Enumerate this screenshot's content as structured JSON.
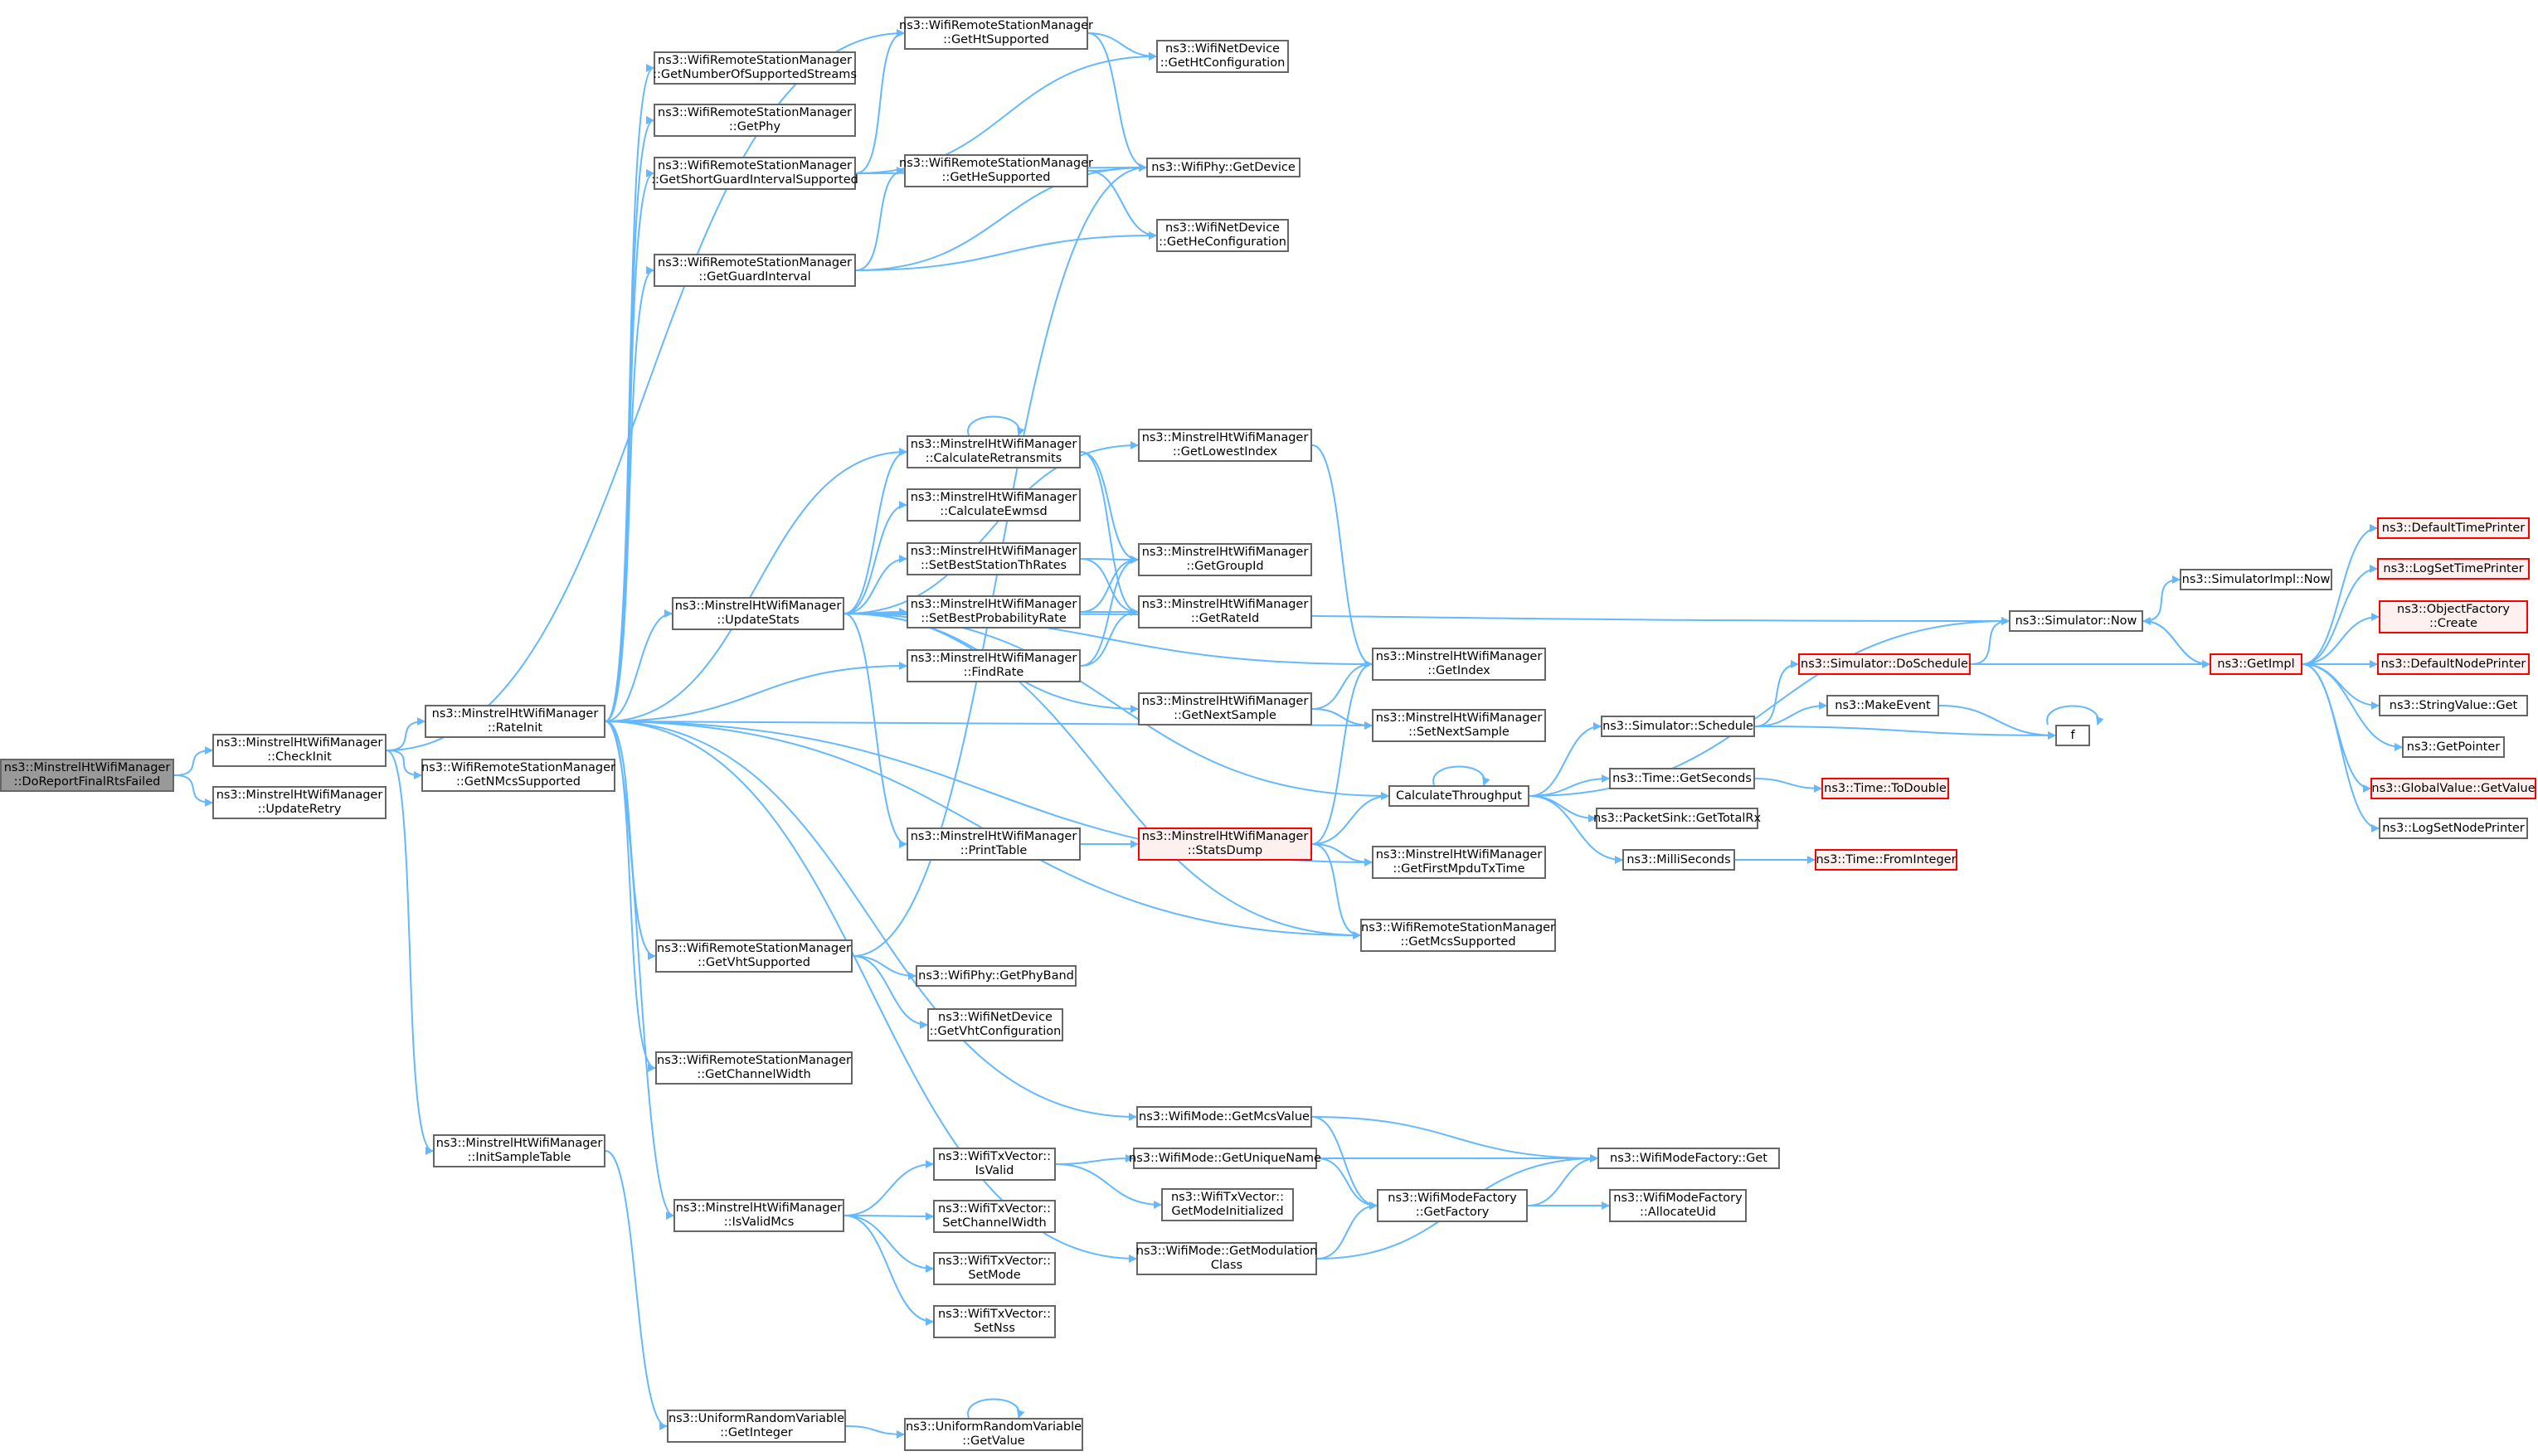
{
  "colors": {
    "edge": "#63b8ff",
    "node_border": "#666666",
    "start_fill": "#999999",
    "truncated_border": "#ff0000",
    "truncated_fill": "#fff0f0"
  },
  "nodes": {
    "doreport": {
      "lines": [
        "ns3::MinstrelHtWifiManager",
        "::DoReportFinalRtsFailed"
      ],
      "kind": "start"
    },
    "checkinit": {
      "lines": [
        "ns3::MinstrelHtWifiManager",
        "::CheckInit"
      ]
    },
    "updateretry": {
      "lines": [
        "ns3::MinstrelHtWifiManager",
        "::UpdateRetry"
      ]
    },
    "rateinit": {
      "lines": [
        "ns3::MinstrelHtWifiManager",
        "::RateInit"
      ]
    },
    "getnmcs": {
      "lines": [
        "ns3::WifiRemoteStationManager",
        "::GetNMcsSupported"
      ]
    },
    "initsample": {
      "lines": [
        "ns3::MinstrelHtWifiManager",
        "::InitSampleTable"
      ]
    },
    "getnumstreams": {
      "lines": [
        "ns3::WifiRemoteStationManager",
        "::GetNumberOfSupportedStreams"
      ]
    },
    "getphy": {
      "lines": [
        "ns3::WifiRemoteStationManager",
        "::GetPhy"
      ]
    },
    "getsgi": {
      "lines": [
        "ns3::WifiRemoteStationManager",
        "::GetShortGuardIntervalSupported"
      ]
    },
    "getguard": {
      "lines": [
        "ns3::WifiRemoteStationManager",
        "::GetGuardInterval"
      ]
    },
    "gethtsup": {
      "lines": [
        "ns3::WifiRemoteStationManager",
        "::GetHtSupported"
      ]
    },
    "gethesup": {
      "lines": [
        "ns3::WifiRemoteStationManager",
        "::GetHeSupported"
      ]
    },
    "gethtconf": {
      "lines": [
        "ns3::WifiNetDevice",
        "::GetHtConfiguration"
      ]
    },
    "wifiphydev": {
      "lines": [
        "ns3::WifiPhy::GetDevice"
      ]
    },
    "getheconf": {
      "lines": [
        "ns3::WifiNetDevice",
        "::GetHeConfiguration"
      ]
    },
    "updatestats": {
      "lines": [
        "ns3::MinstrelHtWifiManager",
        "::UpdateStats"
      ]
    },
    "calcretrans": {
      "lines": [
        "ns3::MinstrelHtWifiManager",
        "::CalculateRetransmits"
      ]
    },
    "calcewmsd": {
      "lines": [
        "ns3::MinstrelHtWifiManager",
        "::CalculateEwmsd"
      ]
    },
    "setbestth": {
      "lines": [
        "ns3::MinstrelHtWifiManager",
        "::SetBestStationThRates"
      ]
    },
    "setbestprob": {
      "lines": [
        "ns3::MinstrelHtWifiManager",
        "::SetBestProbabilityRate"
      ]
    },
    "findrate": {
      "lines": [
        "ns3::MinstrelHtWifiManager",
        "::FindRate"
      ]
    },
    "printtable": {
      "lines": [
        "ns3::MinstrelHtWifiManager",
        "::PrintTable"
      ]
    },
    "getlowest": {
      "lines": [
        "ns3::MinstrelHtWifiManager",
        "::GetLowestIndex"
      ]
    },
    "getgroupid": {
      "lines": [
        "ns3::MinstrelHtWifiManager",
        "::GetGroupId"
      ]
    },
    "getrateid": {
      "lines": [
        "ns3::MinstrelHtWifiManager",
        "::GetRateId"
      ]
    },
    "getnextsample": {
      "lines": [
        "ns3::MinstrelHtWifiManager",
        "::GetNextSample"
      ]
    },
    "statsdump": {
      "lines": [
        "ns3::MinstrelHtWifiManager",
        "::StatsDump"
      ],
      "kind": "truncated"
    },
    "getindex": {
      "lines": [
        "ns3::MinstrelHtWifiManager",
        "::GetIndex"
      ]
    },
    "setnextsample": {
      "lines": [
        "ns3::MinstrelHtWifiManager",
        "::SetNextSample"
      ]
    },
    "getfirstmpdu": {
      "lines": [
        "ns3::MinstrelHtWifiManager",
        "::GetFirstMpduTxTime"
      ]
    },
    "getmcssup": {
      "lines": [
        "ns3::WifiRemoteStationManager",
        "::GetMcsSupported"
      ]
    },
    "calcthroughput": {
      "lines": [
        "CalculateThroughput"
      ]
    },
    "getvhtsup": {
      "lines": [
        "ns3::WifiRemoteStationManager",
        "::GetVhtSupported"
      ]
    },
    "getphyband": {
      "lines": [
        "ns3::WifiPhy::GetPhyBand"
      ]
    },
    "getvhtconf": {
      "lines": [
        "ns3::WifiNetDevice",
        "::GetVhtConfiguration"
      ]
    },
    "getchanwidth": {
      "lines": [
        "ns3::WifiRemoteStationManager",
        "::GetChannelWidth"
      ]
    },
    "ismcsvalid": {
      "lines": [
        "ns3::MinstrelHtWifiManager",
        "::IsValidMcs"
      ]
    },
    "txvisvalid": {
      "lines": [
        "ns3::WifiTxVector::",
        "IsValid"
      ]
    },
    "txvsetchan": {
      "lines": [
        "ns3::WifiTxVector::",
        "SetChannelWidth"
      ]
    },
    "txvsetmode": {
      "lines": [
        "ns3::WifiTxVector::",
        "SetMode"
      ]
    },
    "txvsetnss": {
      "lines": [
        "ns3::WifiTxVector::",
        "SetNss"
      ]
    },
    "getmcsvalue": {
      "lines": [
        "ns3::WifiMode::GetMcsValue"
      ]
    },
    "getuniquename": {
      "lines": [
        "ns3::WifiMode::GetUniqueName"
      ]
    },
    "getmodinit": {
      "lines": [
        "ns3::WifiTxVector::",
        "GetModeInitialized"
      ]
    },
    "getmodclass": {
      "lines": [
        "ns3::WifiMode::GetModulation",
        "Class"
      ]
    },
    "getfactory": {
      "lines": [
        "ns3::WifiModeFactory",
        "::GetFactory"
      ]
    },
    "factoryget": {
      "lines": [
        "ns3::WifiModeFactory::Get"
      ]
    },
    "allocuid": {
      "lines": [
        "ns3::WifiModeFactory",
        "::AllocateUid"
      ]
    },
    "urvgetint": {
      "lines": [
        "ns3::UniformRandomVariable",
        "::GetInteger"
      ]
    },
    "urvgetval": {
      "lines": [
        "ns3::UniformRandomVariable",
        "::GetValue"
      ]
    },
    "simschedule": {
      "lines": [
        "ns3::Simulator::Schedule"
      ]
    },
    "simdoschedule": {
      "lines": [
        "ns3::Simulator::DoSchedule"
      ],
      "kind": "truncated"
    },
    "makeevent": {
      "lines": [
        "ns3::MakeEvent"
      ]
    },
    "timegetsec": {
      "lines": [
        "ns3::Time::GetSeconds"
      ]
    },
    "timetodouble": {
      "lines": [
        "ns3::Time::ToDouble"
      ],
      "kind": "truncated"
    },
    "packetsink": {
      "lines": [
        "ns3::PacketSink::GetTotalRx"
      ]
    },
    "millisec": {
      "lines": [
        "ns3::MilliSeconds"
      ]
    },
    "timefromint": {
      "lines": [
        "ns3::Time::FromInteger"
      ],
      "kind": "truncated"
    },
    "simnow": {
      "lines": [
        "ns3::Simulator::Now"
      ]
    },
    "simimplnow": {
      "lines": [
        "ns3::SimulatorImpl::Now"
      ]
    },
    "getimpl": {
      "lines": [
        "ns3::GetImpl"
      ],
      "kind": "truncated"
    },
    "f": {
      "lines": [
        "f"
      ]
    },
    "deftimeprinter": {
      "lines": [
        "ns3::DefaultTimePrinter"
      ],
      "kind": "truncated"
    },
    "logsettimeprinter": {
      "lines": [
        "ns3::LogSetTimePrinter"
      ],
      "kind": "truncated"
    },
    "objfactorycreate": {
      "lines": [
        "ns3::ObjectFactory",
        "::Create"
      ],
      "kind": "truncated"
    },
    "defnodeprinter": {
      "lines": [
        "ns3::DefaultNodePrinter"
      ],
      "kind": "truncated"
    },
    "stringvalueget": {
      "lines": [
        "ns3::StringValue::Get"
      ]
    },
    "getpointer": {
      "lines": [
        "ns3::GetPointer"
      ]
    },
    "globalvalueget": {
      "lines": [
        "ns3::GlobalValue::GetValue"
      ],
      "kind": "truncated"
    },
    "logsetnodeprinter": {
      "lines": [
        "ns3::LogSetNodePrinter"
      ]
    }
  },
  "edges": [
    [
      "doreport",
      "checkinit"
    ],
    [
      "doreport",
      "updateretry"
    ],
    [
      "checkinit",
      "rateinit"
    ],
    [
      "checkinit",
      "getnmcs"
    ],
    [
      "checkinit",
      "initsample"
    ],
    [
      "checkinit",
      "gethtsup"
    ],
    [
      "rateinit",
      "getnumstreams"
    ],
    [
      "rateinit",
      "getphy"
    ],
    [
      "rateinit",
      "getsgi"
    ],
    [
      "rateinit",
      "getguard"
    ],
    [
      "rateinit",
      "updatestats"
    ],
    [
      "rateinit",
      "calcretrans"
    ],
    [
      "rateinit",
      "findrate"
    ],
    [
      "rateinit",
      "setnextsample"
    ],
    [
      "rateinit",
      "getfirstmpdu"
    ],
    [
      "rateinit",
      "getmcssup"
    ],
    [
      "rateinit",
      "getvhtsup"
    ],
    [
      "rateinit",
      "getchanwidth"
    ],
    [
      "rateinit",
      "ismcsvalid"
    ],
    [
      "rateinit",
      "getmcsvalue"
    ],
    [
      "rateinit",
      "getmodclass"
    ],
    [
      "getsgi",
      "gethtsup"
    ],
    [
      "getsgi",
      "gethtconf"
    ],
    [
      "getsgi",
      "wifiphydev"
    ],
    [
      "getguard",
      "gethesup"
    ],
    [
      "getguard",
      "wifiphydev"
    ],
    [
      "getguard",
      "getheconf"
    ],
    [
      "gethtsup",
      "gethtconf"
    ],
    [
      "gethtsup",
      "wifiphydev"
    ],
    [
      "gethesup",
      "wifiphydev"
    ],
    [
      "gethesup",
      "getheconf"
    ],
    [
      "updatestats",
      "simnow"
    ],
    [
      "updatestats",
      "getlowest"
    ],
    [
      "updatestats",
      "calcretrans"
    ],
    [
      "updatestats",
      "calcewmsd"
    ],
    [
      "updatestats",
      "setbestth"
    ],
    [
      "updatestats",
      "setbestprob"
    ],
    [
      "updatestats",
      "getindex"
    ],
    [
      "updatestats",
      "getnextsample"
    ],
    [
      "updatestats",
      "calcthroughput"
    ],
    [
      "updatestats",
      "printtable"
    ],
    [
      "updatestats",
      "getmcssup"
    ],
    [
      "calcretrans",
      "calcretrans"
    ],
    [
      "calcretrans",
      "getgroupid"
    ],
    [
      "calcretrans",
      "getrateid"
    ],
    [
      "setbestth",
      "getgroupid"
    ],
    [
      "setbestth",
      "getrateid"
    ],
    [
      "setbestprob",
      "getgroupid"
    ],
    [
      "setbestprob",
      "getrateid"
    ],
    [
      "findrate",
      "getgroupid"
    ],
    [
      "findrate",
      "getrateid"
    ],
    [
      "getlowest",
      "getindex"
    ],
    [
      "getnextsample",
      "getindex"
    ],
    [
      "getnextsample",
      "setnextsample"
    ],
    [
      "printtable",
      "statsdump"
    ],
    [
      "statsdump",
      "getindex"
    ],
    [
      "statsdump",
      "calcthroughput"
    ],
    [
      "statsdump",
      "getfirstmpdu"
    ],
    [
      "statsdump",
      "getmcssup"
    ],
    [
      "calcthroughput",
      "calcthroughput"
    ],
    [
      "calcthroughput",
      "simnow"
    ],
    [
      "calcthroughput",
      "simschedule"
    ],
    [
      "calcthroughput",
      "timegetsec"
    ],
    [
      "calcthroughput",
      "packetsink"
    ],
    [
      "calcthroughput",
      "millisec"
    ],
    [
      "getvhtsup",
      "wifiphydev"
    ],
    [
      "getvhtsup",
      "getphyband"
    ],
    [
      "getvhtsup",
      "getvhtconf"
    ],
    [
      "ismcsvalid",
      "txvisvalid"
    ],
    [
      "ismcsvalid",
      "txvsetchan"
    ],
    [
      "ismcsvalid",
      "txvsetmode"
    ],
    [
      "ismcsvalid",
      "txvsetnss"
    ],
    [
      "txvisvalid",
      "getuniquename"
    ],
    [
      "txvisvalid",
      "getmodinit"
    ],
    [
      "getmcsvalue",
      "getfactory"
    ],
    [
      "getmcsvalue",
      "factoryget"
    ],
    [
      "getuniquename",
      "getfactory"
    ],
    [
      "getuniquename",
      "factoryget"
    ],
    [
      "getmodclass",
      "getfactory"
    ],
    [
      "getmodclass",
      "factoryget"
    ],
    [
      "getfactory",
      "factoryget"
    ],
    [
      "getfactory",
      "allocuid"
    ],
    [
      "initsample",
      "urvgetint"
    ],
    [
      "urvgetint",
      "urvgetval"
    ],
    [
      "urvgetval",
      "urvgetval"
    ],
    [
      "simschedule",
      "simdoschedule"
    ],
    [
      "simschedule",
      "makeevent"
    ],
    [
      "simschedule",
      "f"
    ],
    [
      "simdoschedule",
      "simnow"
    ],
    [
      "simdoschedule",
      "getimpl"
    ],
    [
      "makeevent",
      "f"
    ],
    [
      "f",
      "f"
    ],
    [
      "timegetsec",
      "timetodouble"
    ],
    [
      "millisec",
      "timefromint"
    ],
    [
      "simnow",
      "simimplnow"
    ],
    [
      "simnow",
      "getimpl"
    ],
    [
      "getimpl",
      "simnow"
    ],
    [
      "getimpl",
      "deftimeprinter"
    ],
    [
      "getimpl",
      "logsettimeprinter"
    ],
    [
      "getimpl",
      "objfactorycreate"
    ],
    [
      "getimpl",
      "defnodeprinter"
    ],
    [
      "getimpl",
      "stringvalueget"
    ],
    [
      "getimpl",
      "getpointer"
    ],
    [
      "getimpl",
      "globalvalueget"
    ],
    [
      "getimpl",
      "logsetnodeprinter"
    ]
  ]
}
